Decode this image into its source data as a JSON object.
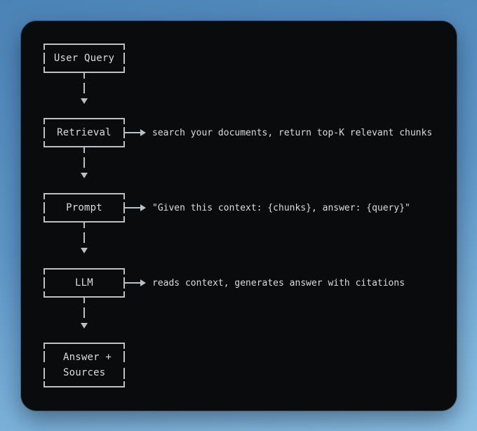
{
  "background": {
    "gradient_top": "#4c83b6",
    "gradient_mid": "#5e97c8",
    "gradient_bottom": "#8fc3e6"
  },
  "card": {
    "background": "#0a0b0d"
  },
  "colors": {
    "line": "#b9c0c6",
    "text": "#d8dcdf"
  },
  "diagram": {
    "type": "flowchart",
    "direction": "top-down",
    "nodes": [
      {
        "id": "user-query",
        "label": "User Query"
      },
      {
        "id": "retrieval",
        "label": "Retrieval",
        "annotation": "search your documents, return top-K relevant chunks"
      },
      {
        "id": "prompt",
        "label": "Prompt",
        "annotation": "\"Given this context: {chunks}, answer: {query}\""
      },
      {
        "id": "llm",
        "label": "LLM",
        "annotation": "reads context, generates answer with citations"
      },
      {
        "id": "answer-sources",
        "label_lines": [
          "Answer +",
          "Sources"
        ]
      }
    ],
    "edges": [
      {
        "from": "user-query",
        "to": "retrieval"
      },
      {
        "from": "retrieval",
        "to": "prompt"
      },
      {
        "from": "prompt",
        "to": "llm"
      },
      {
        "from": "llm",
        "to": "answer-sources"
      }
    ],
    "icons": {
      "down_arrow": "triangle-down",
      "right_arrow": "triangle-right"
    }
  }
}
